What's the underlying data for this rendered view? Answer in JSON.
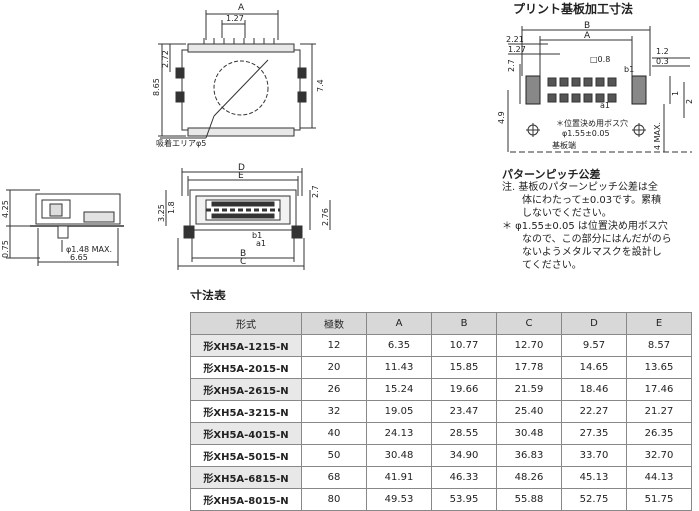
{
  "pcb_title": "プリント基板加工寸法",
  "table_title": "寸法表",
  "drawing_labels": {
    "top": {
      "A": "A",
      "d127": "1.27",
      "d865": "8.65",
      "d272": "2.72",
      "d74": "7.4",
      "suction": "吸着エリアφ5"
    },
    "side": {
      "d425": "4.25",
      "d075": "0.75",
      "d148": "φ1.48 MAX.",
      "d665": "6.65"
    },
    "front": {
      "D": "D",
      "E": "E",
      "B": "B",
      "C": "C",
      "b1": "b1",
      "a1": "a1",
      "d325": "3.25",
      "d18": "1.8",
      "d27": "2.7",
      "d276": "2.76"
    },
    "pcb": {
      "B": "B",
      "A": "A",
      "d221": "2.21",
      "d127": "1.27",
      "d08": "□0.8",
      "d27": "2.7",
      "d12": "1.2",
      "d03": "0.3",
      "d1": "1",
      "d2": "2",
      "b1": "b1",
      "a1": "a1",
      "d49": "4.9",
      "d4max": "4 MAX.",
      "boss_label": "＊位置決め用ボス穴",
      "boss_dim": "φ1.55±0.05",
      "edge": "基板端"
    }
  },
  "pattern_tol": {
    "title": "パターンピッチ公差",
    "lines": [
      "注. 基板のパターンピッチ公差は全",
      "　　体にわたって±0.03です。累積",
      "　　しないでください。",
      "＊ φ1.55±0.05 は位置決め用ボス穴",
      "　　なので、この部分にはんだがのら",
      "　　ないようメタルマスクを設計し",
      "　　てください。"
    ]
  },
  "table": {
    "headers": [
      "形式",
      "極数",
      "A",
      "B",
      "C",
      "D",
      "E"
    ],
    "rows": [
      [
        "形XH5A-1215-N",
        "12",
        "6.35",
        "10.77",
        "12.70",
        "9.57",
        "8.57"
      ],
      [
        "形XH5A-2015-N",
        "20",
        "11.43",
        "15.85",
        "17.78",
        "14.65",
        "13.65"
      ],
      [
        "形XH5A-2615-N",
        "26",
        "15.24",
        "19.66",
        "21.59",
        "18.46",
        "17.46"
      ],
      [
        "形XH5A-3215-N",
        "32",
        "19.05",
        "23.47",
        "25.40",
        "22.27",
        "21.27"
      ],
      [
        "形XH5A-4015-N",
        "40",
        "24.13",
        "28.55",
        "30.48",
        "27.35",
        "26.35"
      ],
      [
        "形XH5A-5015-N",
        "50",
        "30.48",
        "34.90",
        "36.83",
        "33.70",
        "32.70"
      ],
      [
        "形XH5A-6815-N",
        "68",
        "41.91",
        "46.33",
        "48.26",
        "45.13",
        "44.13"
      ],
      [
        "形XH5A-8015-N",
        "80",
        "49.53",
        "53.95",
        "55.88",
        "52.75",
        "51.75"
      ]
    ]
  }
}
